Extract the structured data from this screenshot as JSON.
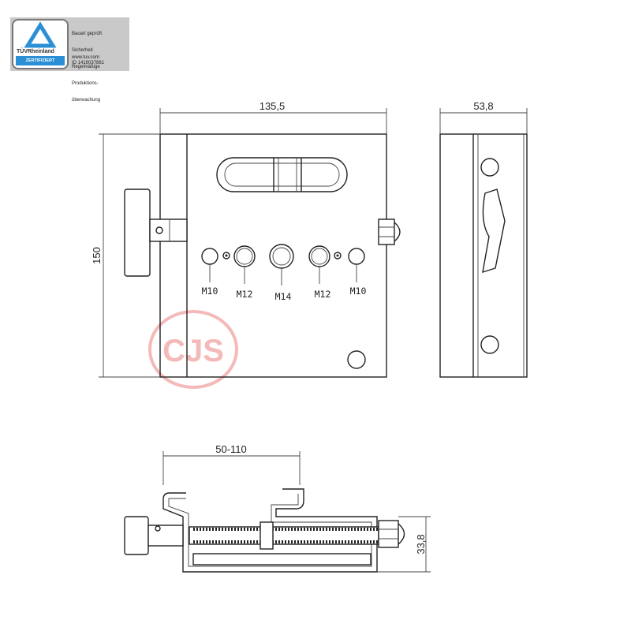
{
  "badge": {
    "brand": "TÜVRheinland",
    "certified": "ZERTIFIZIERT",
    "lines": [
      "Bauart geprüft",
      "Sicherheit",
      "Regelmäßige",
      "Produktions-",
      "überwachung"
    ],
    "website": "www.tuv.com",
    "id": "ID 1419037861"
  },
  "watermark": "CJS",
  "watermark_color": "#e23a3a",
  "dimensions": {
    "width": "135,5",
    "height": "150",
    "depth": "53,8",
    "range": "50-110",
    "profile_height": "33,8"
  },
  "hole_labels": [
    "M10",
    "M12",
    "M14",
    "M12",
    "M10"
  ]
}
